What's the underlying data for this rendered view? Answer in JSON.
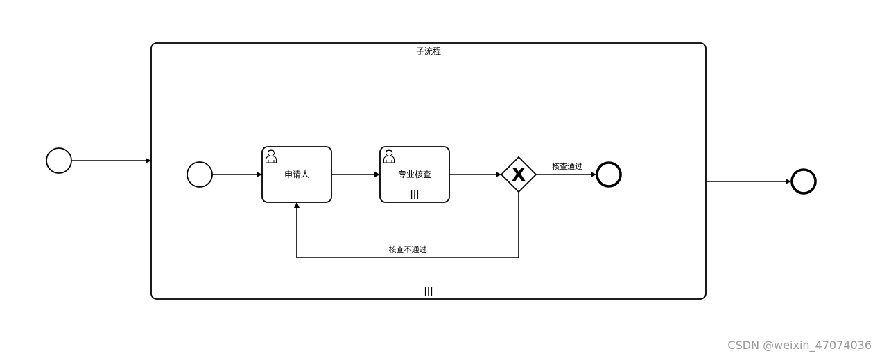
{
  "subprocess": {
    "title": "子流程",
    "marker": "|||"
  },
  "tasks": {
    "apply": {
      "label": "申请人",
      "icon": "user-icon"
    },
    "review": {
      "label": "专业核查",
      "icon": "user-icon",
      "marker": "|||"
    }
  },
  "gateway": {
    "type": "exclusive",
    "symbol": "X"
  },
  "flows": {
    "approved": "核查通过",
    "rejected": "核查不通过"
  },
  "watermark": "CSDN @weixin_47074036"
}
